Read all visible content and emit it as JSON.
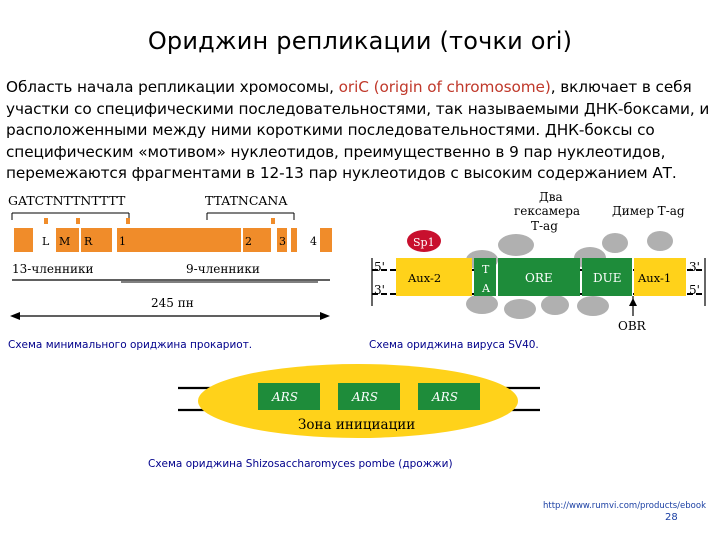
{
  "title": "Ориджин репликации (точки  ori)",
  "paragraph": {
    "part1": "Область начала репликации хромосомы, ",
    "highlight": "oriC (origin of chromosome)",
    "part2": ", включает в себя участки со специфическими последовательностями, так называемыми ДНК-боксами, и расположенными между ними короткими последовательностями. ДНК-боксы со специфическим «мотивом» нуклеотидов, преимущественно в 9 пар нуклеотидов, перемежаются фрагментами в 12-13 пар нуклеотидов с высоким содержанием АТ."
  },
  "prokaryote": {
    "seq_left": "GATCTNTTNTTTT",
    "seq_right": "TTATNCANA",
    "boxes": [
      "L",
      "M",
      "R",
      "1",
      "2",
      "3",
      "4"
    ],
    "label_13": "13-членники",
    "label_9": "9-членники",
    "length": "245 пн",
    "caption": "Схема минимального ориджина прокариот."
  },
  "sv40": {
    "label_two_hex": "Два\nгексамера\nТ-ag",
    "label_dimer": "Димер Т-ag",
    "sp1": "Sp1",
    "aux2": "Aux-2",
    "ore": "ORE",
    "due": "DUE",
    "aux1": "Aux-1",
    "t_top": "T",
    "a_bottom": "A",
    "five_left": "5'",
    "three_left": "3'",
    "three_right": "3'",
    "five_right": "5'",
    "obr": "OBR",
    "caption": "Схема ориджина вируса SV40."
  },
  "yeast": {
    "ars": [
      "ARS",
      "ARS",
      "ARS"
    ],
    "zone": "Зона инициации",
    "caption": "Схема ориджина Shizosaccharomyces pombe (дрожжи)"
  },
  "footer": {
    "url": "http://www.rumvi.com/products/ebook",
    "page": "28"
  },
  "colors": {
    "orange": "#f08c2a",
    "yellow": "#ffd21a",
    "green": "#1e8c3a",
    "red": "#c8102e",
    "grey": "#b0b0b0"
  }
}
